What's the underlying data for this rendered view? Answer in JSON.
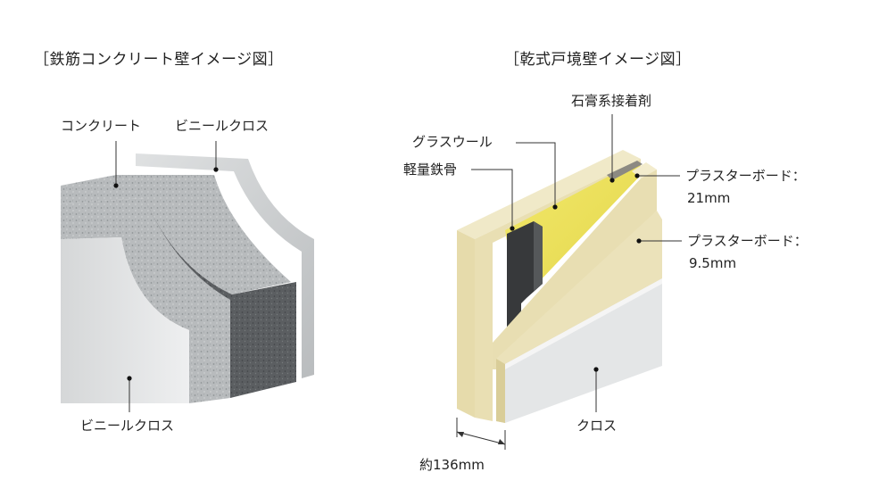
{
  "left_panel": {
    "title": "［鉄筋コンクリート壁イメージ図］",
    "labels": {
      "concrete": "コンクリート",
      "vinyl_cloth_top": "ビニールクロス",
      "vinyl_cloth_bottom": "ビニールクロス"
    }
  },
  "right_panel": {
    "title": "［乾式戸境壁イメージ図］",
    "labels": {
      "gypsum_adhesive": "石膏系接着剤",
      "glass_wool": "グラスウール",
      "light_steel": "軽量鉄骨",
      "board_21_name": "プラスターボード：",
      "board_21_size": "21mm",
      "board_95_name": "プラスターボード：",
      "board_95_size": "9.5mm",
      "cloth": "クロス",
      "thickness": "約136mm"
    }
  },
  "colors": {
    "concrete_light": "#b9bcbe",
    "concrete_dark": "#55585b",
    "vinyl": "#e2e4e5",
    "board": "#e8dfb9",
    "glass_wool": "#eee35a",
    "steel": "#3c3d3f"
  }
}
